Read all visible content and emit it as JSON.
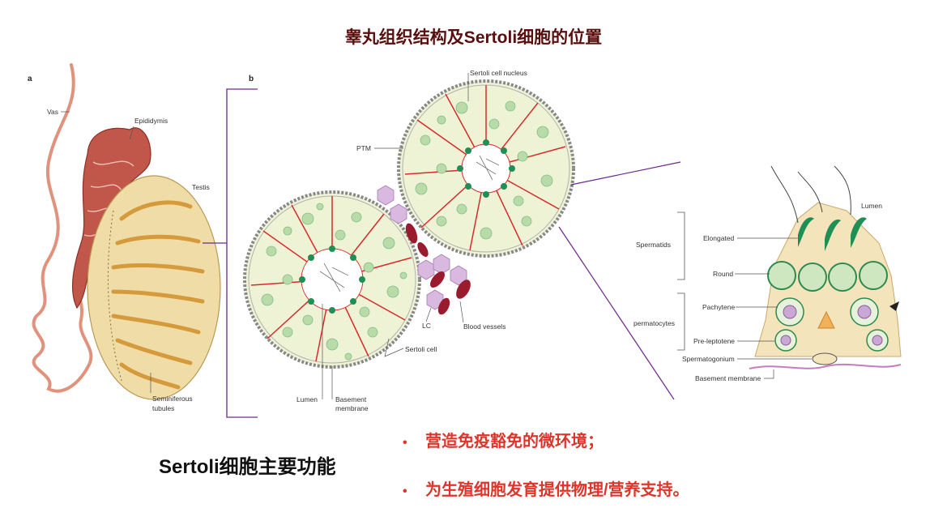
{
  "title": "睾丸组织结构及Sertoli细胞的位置",
  "panels": {
    "a": "a",
    "b": "b"
  },
  "labels_a": {
    "vas": "Vas",
    "epididymis": "Epididymis",
    "testis": "Testis",
    "seminiferous_line1": "Seminiferous",
    "seminiferous_line2": "tubules"
  },
  "labels_b": {
    "sertoli_nucleus": "Sertoli cell nucleus",
    "ptm": "PTM",
    "lc": "LC",
    "blood_vessels": "Blood vessels",
    "sertoli_cell": "Sertoli cell",
    "lumen": "Lumen",
    "basement_line1": "Basement",
    "basement_line2": "membrane"
  },
  "labels_c": {
    "lumen": "Lumen",
    "spermatids": "Spermatids",
    "elongated": "Elongated",
    "round": "Round",
    "spermatocytes": "permatocytes",
    "pachytene": "Pachytene",
    "preleptotene": "Pre-leptotene",
    "spermatogonium": "Spermatogonium",
    "basement": "Basement membrane"
  },
  "functions": {
    "heading": "Sertoli细胞主要功能",
    "bullet_symbol": "•",
    "items": [
      "营造免疫豁免的微环境；",
      "为生殖细胞发育提供物理/营养支持。"
    ]
  },
  "colors": {
    "title": "#5a0f0f",
    "bullet_text": "#e0342b",
    "tubule_fill": "#eef3d6",
    "sertoli_line": "#d62b2b",
    "germ_cell": "#1f8f55",
    "light_cell": "#b9dba8",
    "blood_vessel": "#9b1b2e",
    "leydig": "#c9a9d3",
    "connector": "#6b2a8a",
    "epididymis": "#c0574a",
    "testis_fill": "#f0dca6"
  }
}
